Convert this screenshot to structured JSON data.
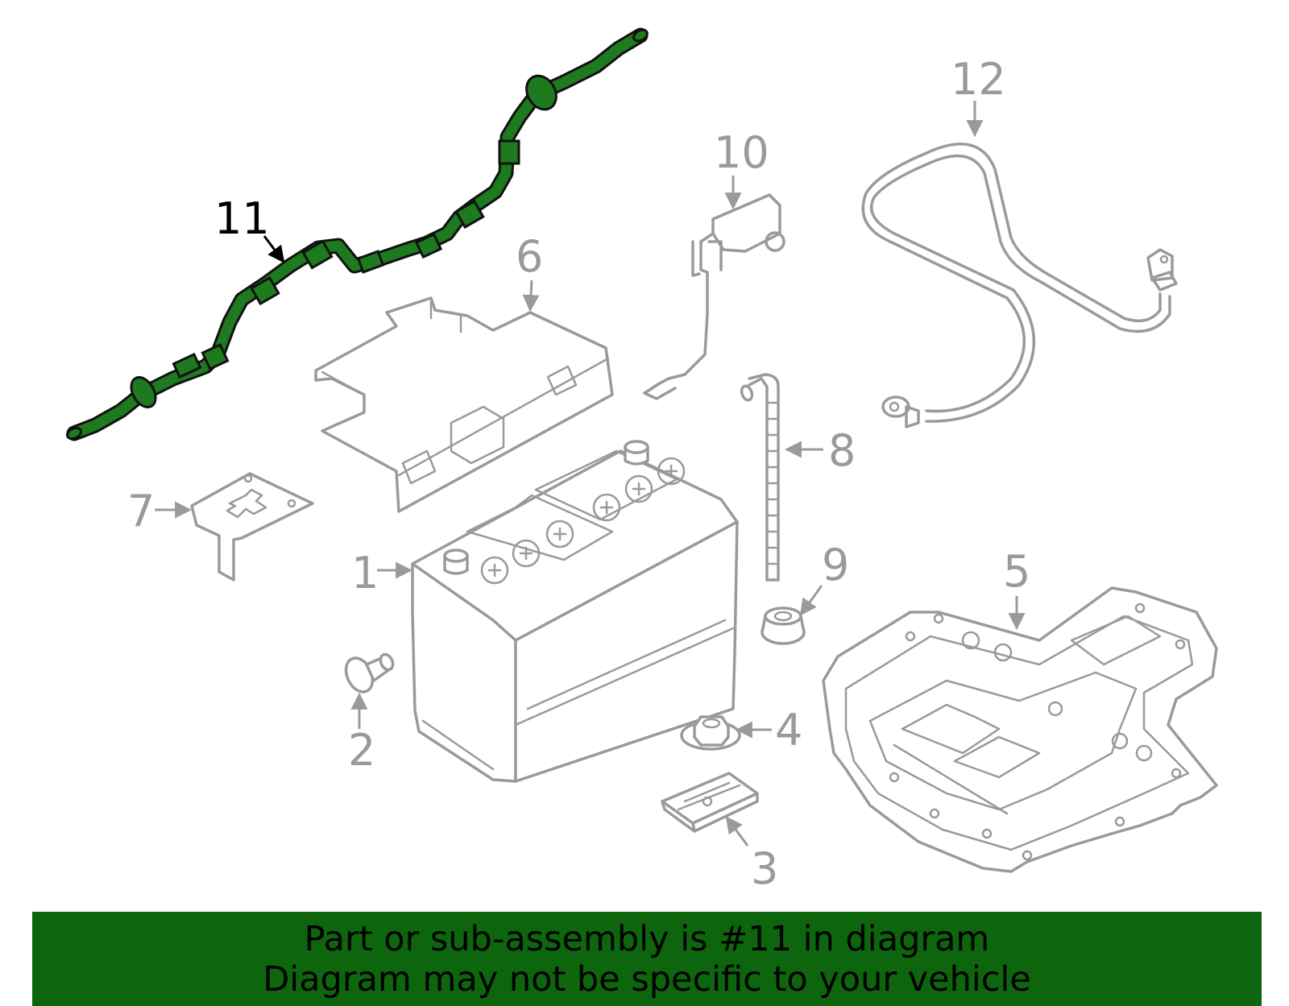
{
  "callouts": {
    "c1": "1",
    "c2": "2",
    "c3": "3",
    "c4": "4",
    "c5": "5",
    "c6": "6",
    "c7": "7",
    "c8": "8",
    "c9": "9",
    "c10": "10",
    "c11": "11",
    "c12": "12"
  },
  "highlighted_part": "11",
  "colors": {
    "highlight": "#1e7a1e",
    "banner": "#0d650d",
    "line_art": "#9a9a9a"
  },
  "banner": {
    "line1": "Part or sub-assembly is #11 in diagram",
    "line2": "Diagram may not be specific to your vehicle"
  }
}
